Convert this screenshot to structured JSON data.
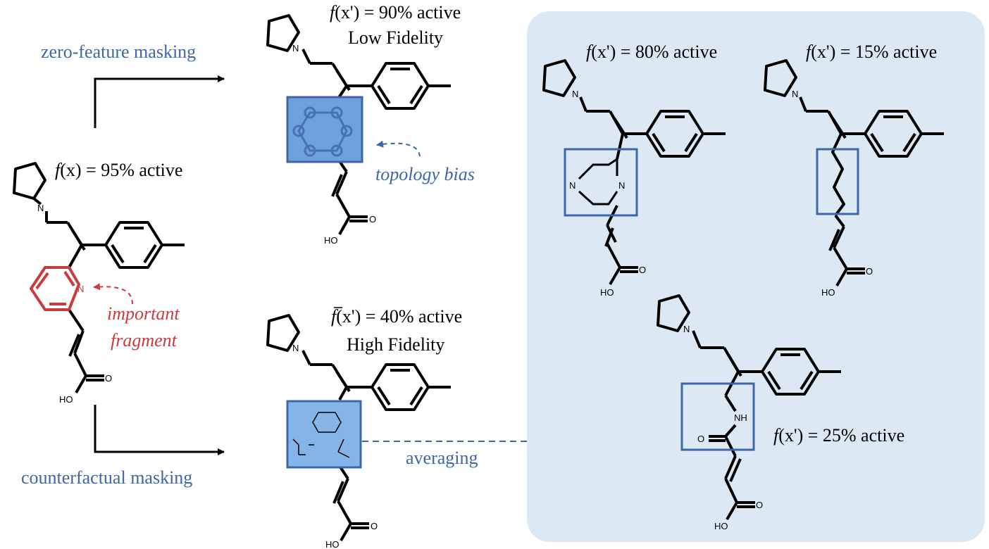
{
  "colors": {
    "blue": "#3d67a8",
    "blue_fill": "#6fa2dd",
    "panel_fill": "#dce9f5",
    "red": "#cc3b3b",
    "bond": "#000000"
  },
  "original": {
    "f_label": "f",
    "value_text": "(x) = 95% active",
    "fragment_label_1": "important",
    "fragment_label_2": "fragment"
  },
  "zero_mask": {
    "arrow_label": "zero-feature masking",
    "f_label": "f",
    "value_text": "(x') = 90% active",
    "fidelity": "Low Fidelity",
    "bias_label": "topology bias"
  },
  "counterfactual": {
    "arrow_label": "counterfactual masking",
    "f_label": "f",
    "value_text": "(x') = 40% active",
    "fidelity": "High Fidelity",
    "averaging_label": "averaging"
  },
  "samples": [
    {
      "f_label": "f",
      "value_text": "(x') = 80% active"
    },
    {
      "f_label": "f",
      "value_text": "(x') = 15% active"
    },
    {
      "f_label": "f",
      "value_text": "(x') = 25% active"
    }
  ],
  "atoms": {
    "n": "N",
    "o": "O",
    "ho": "HO",
    "nh": "NH"
  }
}
